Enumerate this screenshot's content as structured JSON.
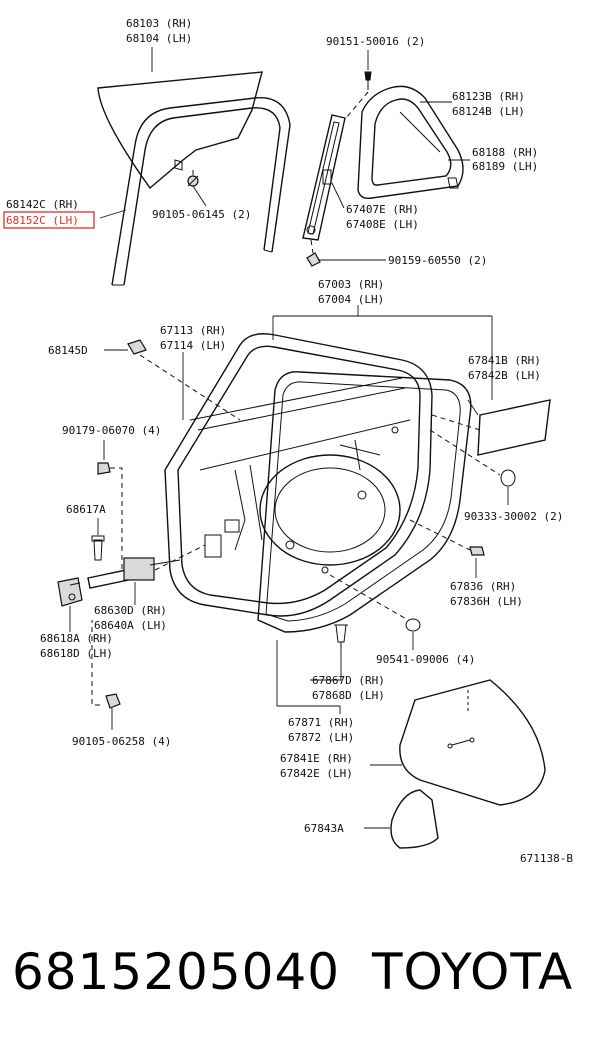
{
  "labels": {
    "l68103": "68103 (RH)",
    "l68104": "68104 (LH)",
    "l90151": "90151-50016 (2)",
    "l68123b": "68123B (RH)",
    "l68124b": "68124B (LH)",
    "l68188": "68188 (RH)",
    "l68189": "68189 (LH)",
    "l68142c": "68142C (RH)",
    "l68152c": "68152C (LH)",
    "l90105_06145": "90105-06145 (2)",
    "l67407e": "67407E (RH)",
    "l67408e": "67408E (LH)",
    "l90159": "90159-60550 (2)",
    "l67003": "67003 (RH)",
    "l67004": "67004 (LH)",
    "l67113": "67113 (RH)",
    "l67114": "67114 (LH)",
    "l68145d": "68145D",
    "l67841b": "67841B (RH)",
    "l67842b": "67842B (LH)",
    "l90179": "90179-06070 (4)",
    "l90333": "90333-30002 (2)",
    "l68617a": "68617A",
    "l67836": "67836  (RH)",
    "l67836h": "67836H (LH)",
    "l68630d": "68630D (RH)",
    "l68640a": "68640A (LH)",
    "l68618a": "68618A (RH)",
    "l68618d": "68618D (LH)",
    "l90541": "90541-09006 (4)",
    "l67867d": "67867D (RH)",
    "l67868d": "67868D (LH)",
    "l90105_06258": "90105-06258 (4)",
    "l67871": "67871 (RH)",
    "l67872": "67872 (LH)",
    "l67841e": "67841E (RH)",
    "l67842e": "67842E (LH)",
    "l67843a": "67843A",
    "diagram_code": "671138-B"
  },
  "highlight_color": "#e0302a",
  "footer": {
    "part_number": "6815205040",
    "brand": "TOYOTA"
  }
}
